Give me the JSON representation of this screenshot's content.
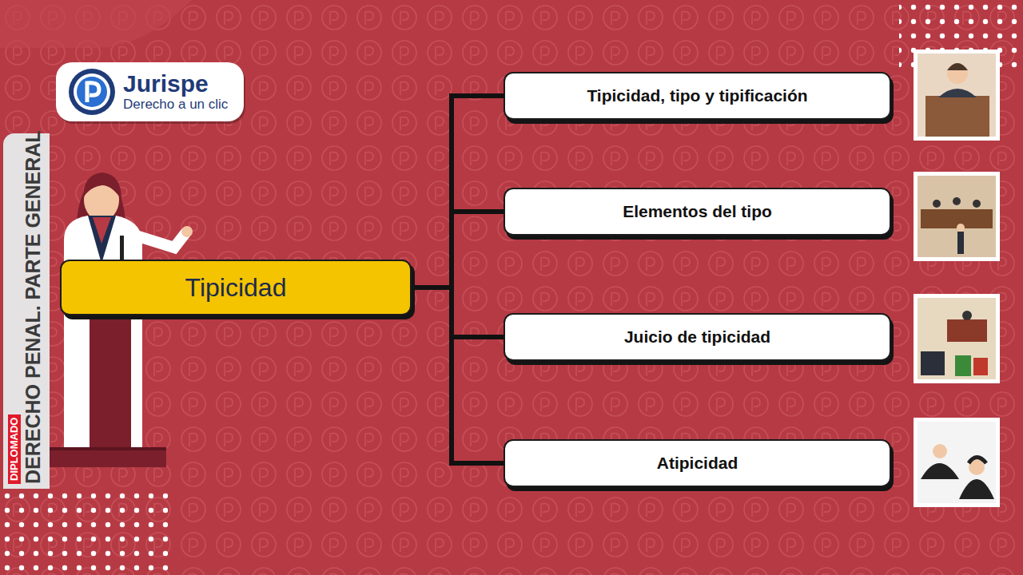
{
  "diagram": {
    "nodes": [
      {
        "text": [
          "Jurispe",
          "Derecho a un clic"
        ]
      },
      {
        "text": [
          "Tipicidad"
        ]
      },
      {
        "text": [
          "Tipicidad, tipo y tipificación"
        ]
      },
      {
        "text": [
          "Elementos del tipo"
        ]
      },
      {
        "text": [
          "Juicio de tipicidad"
        ]
      },
      {
        "text": [
          "Atipicidad"
        ]
      }
    ],
    "edges": [
      {
        "from": 1,
        "to": 2,
        "arrow": "none"
      },
      {
        "from": 1,
        "to": 3,
        "arrow": "none"
      },
      {
        "from": 1,
        "to": 4,
        "arrow": "none"
      },
      {
        "from": 1,
        "to": 5,
        "arrow": "none"
      }
    ],
    "labels": [
      "DIPLOMADO",
      "DERECHO PENAL. PARTE GENERAL"
    ]
  }
}
